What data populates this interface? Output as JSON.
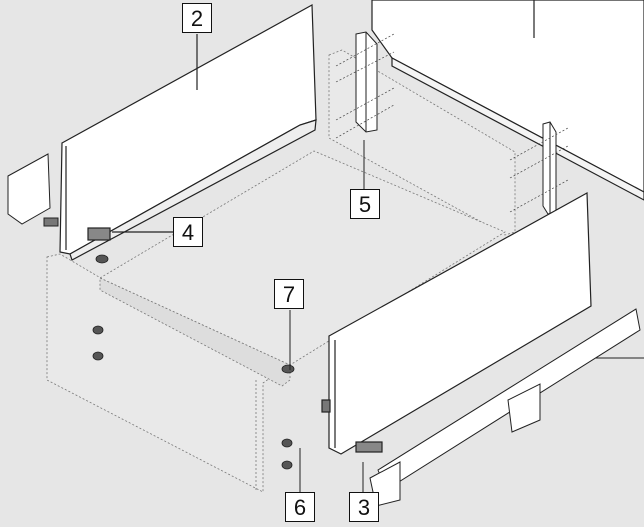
{
  "diagram": {
    "callouts": {
      "side_panel_left": "2",
      "front_cover_cap": "3",
      "rear_connector": "4",
      "back_bracket": "5",
      "front_fixing_bracket": "6",
      "dowel_screw": "7"
    },
    "colors": {
      "background": "#e6e6e6",
      "line": "#222222",
      "panel": "#ffffff"
    }
  }
}
